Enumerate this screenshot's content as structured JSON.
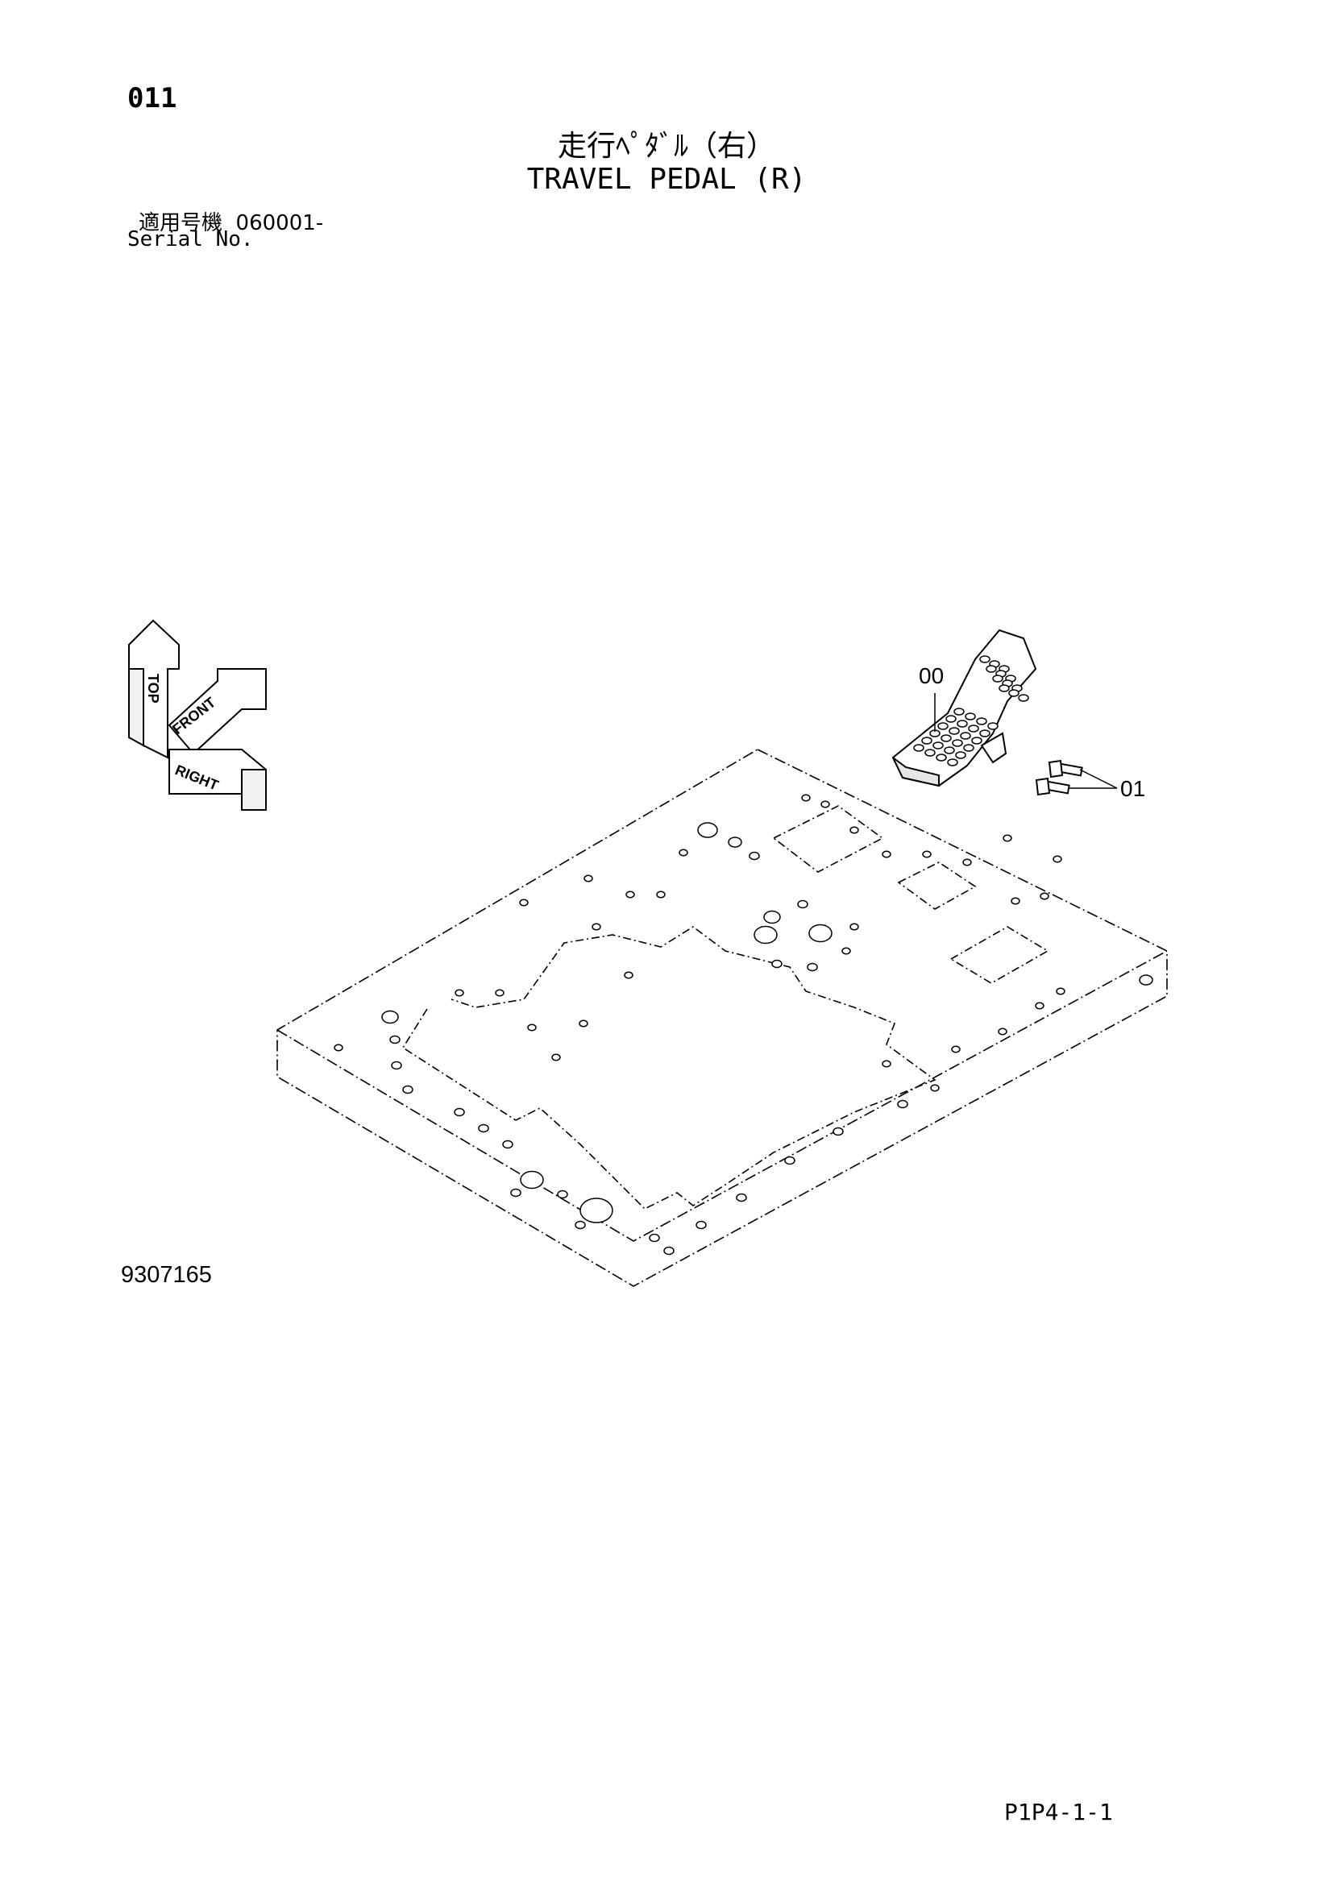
{
  "header": {
    "page_number": "011",
    "title_jp": "走行ﾍﾟﾀﾞﾙ（右）",
    "title_en": "TRAVEL PEDAL (R)",
    "serial_label_jp": "適用号機",
    "serial_value": "060001-",
    "serial_label_en": "Serial No."
  },
  "orientation": {
    "top": "TOP",
    "front": "FRONT",
    "right": "RIGHT"
  },
  "callouts": {
    "pedal": "00",
    "bolts": "01"
  },
  "footer": {
    "drawing_number": "9307165",
    "page_code": "P1P4-1-1"
  },
  "colors": {
    "line": "#000000",
    "background": "#ffffff"
  }
}
